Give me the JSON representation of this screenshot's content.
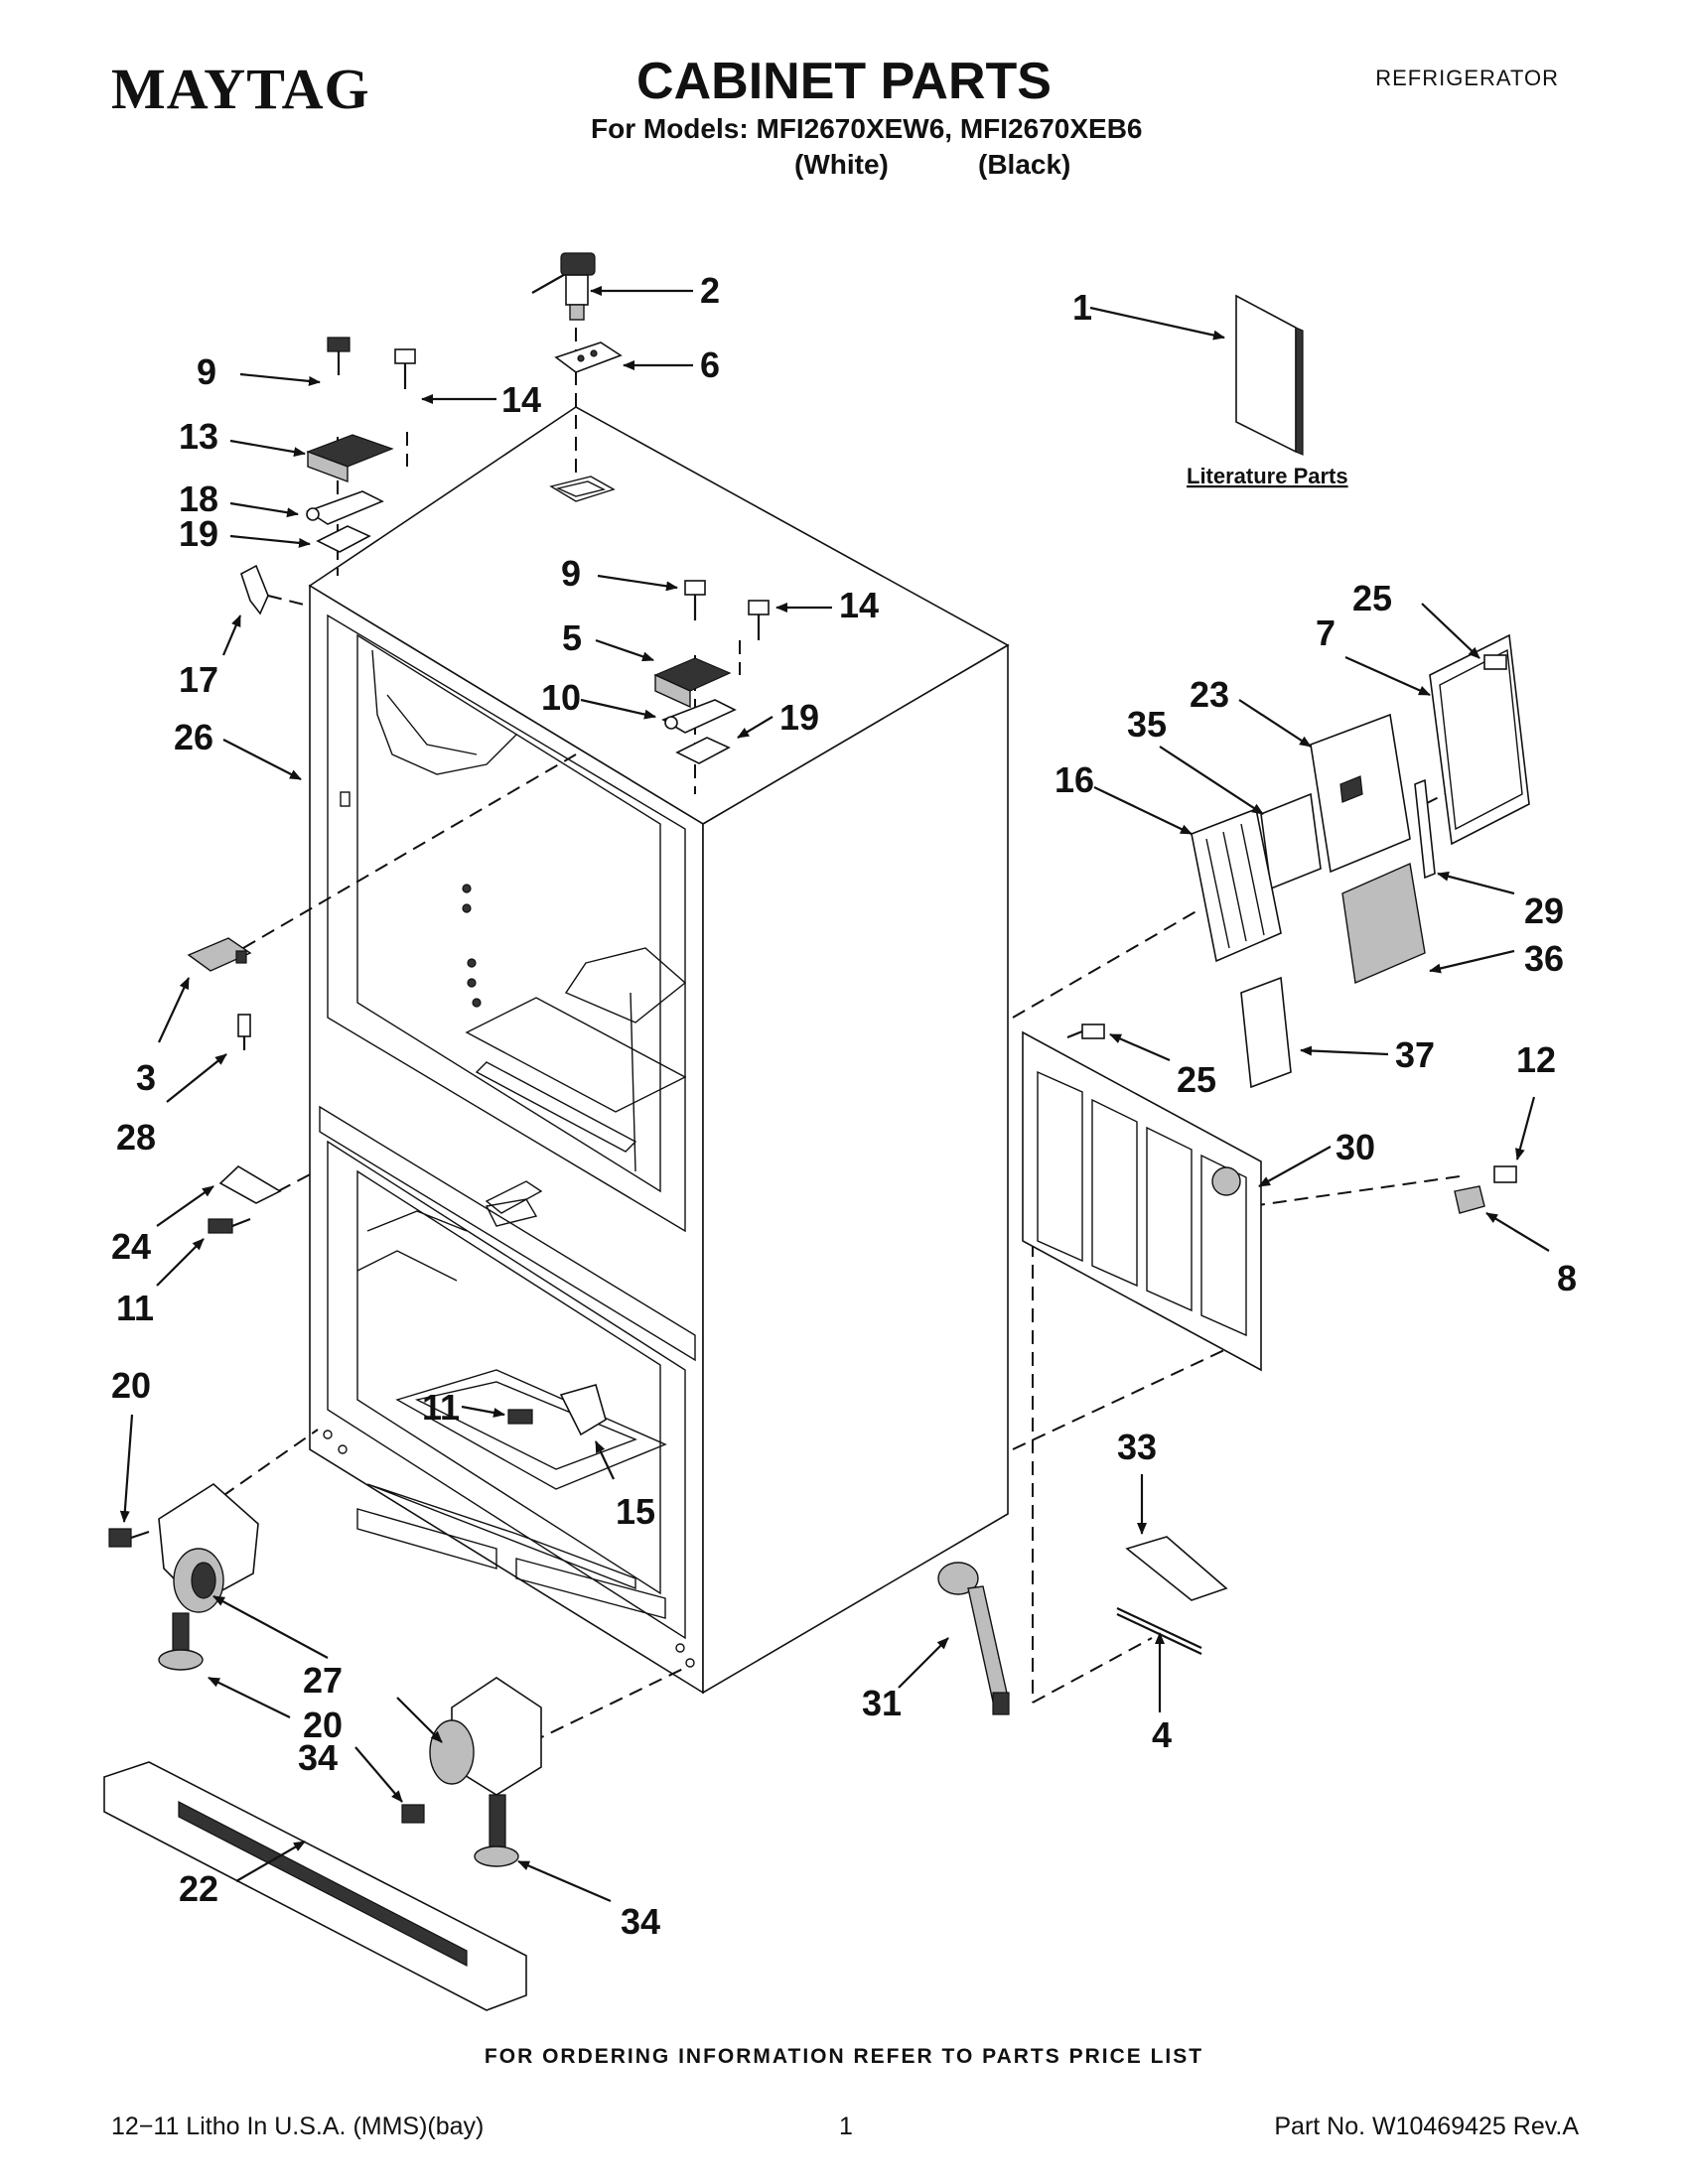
{
  "header": {
    "brand": "MAYTAG",
    "title": "CABINET PARTS",
    "category": "REFRIGERATOR",
    "models": "For Models: MFI2670XEW6, MFI2670XEB6",
    "variant_white": "(White)",
    "variant_black": "(Black)"
  },
  "diagram": {
    "literature_label": "Literature Parts",
    "callouts": {
      "c1": "1",
      "c2": "2",
      "c3": "3",
      "c4": "4",
      "c5": "5",
      "c6": "6",
      "c7": "7",
      "c8": "8",
      "c9a": "9",
      "c9b": "9",
      "c10": "10",
      "c11a": "11",
      "c11b": "11",
      "c12": "12",
      "c13": "13",
      "c14a": "14",
      "c14b": "14",
      "c15": "15",
      "c16": "16",
      "c17": "17",
      "c18": "18",
      "c19a": "19",
      "c19b": "19",
      "c20a": "20",
      "c20b": "20",
      "c22": "22",
      "c23": "23",
      "c24": "24",
      "c25a": "25",
      "c25b": "25",
      "c26": "26",
      "c27": "27",
      "c28": "28",
      "c29": "29",
      "c30": "30",
      "c31": "31",
      "c33": "33",
      "c34a": "34",
      "c34b": "34",
      "c35": "35",
      "c36": "36",
      "c37": "37"
    }
  },
  "footer": {
    "note": "FOR ORDERING INFORMATION REFER TO PARTS PRICE LIST",
    "litho": "12−11 Litho In U.S.A. (MMS)(bay)",
    "page": "1",
    "part_no": "Part No. W10469425 Rev.A"
  }
}
